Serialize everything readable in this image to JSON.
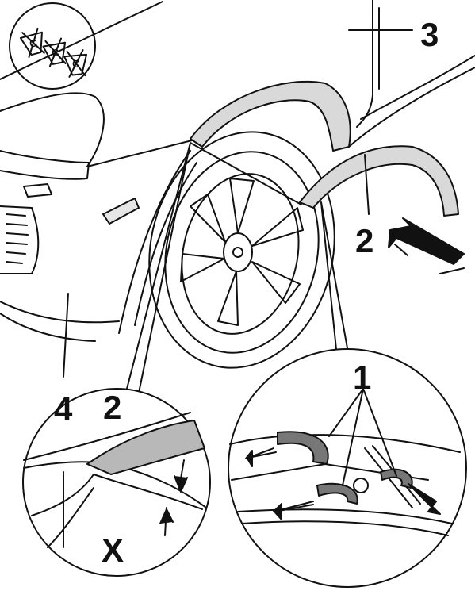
{
  "diagram": {
    "labels": {
      "moulding_upper": "2",
      "clips": "1",
      "door_edge": "3",
      "bumper": "4",
      "moulding_detail": "2",
      "gap": "X"
    },
    "colors": {
      "line": "#111111",
      "moulding_fill": "#d9d9d9",
      "detail_fill": "#b8b8b8",
      "background": "#ffffff"
    },
    "icons": {
      "inset_top_left": "clip-group-icon",
      "push_arrow": "push-arrow-icon"
    }
  }
}
